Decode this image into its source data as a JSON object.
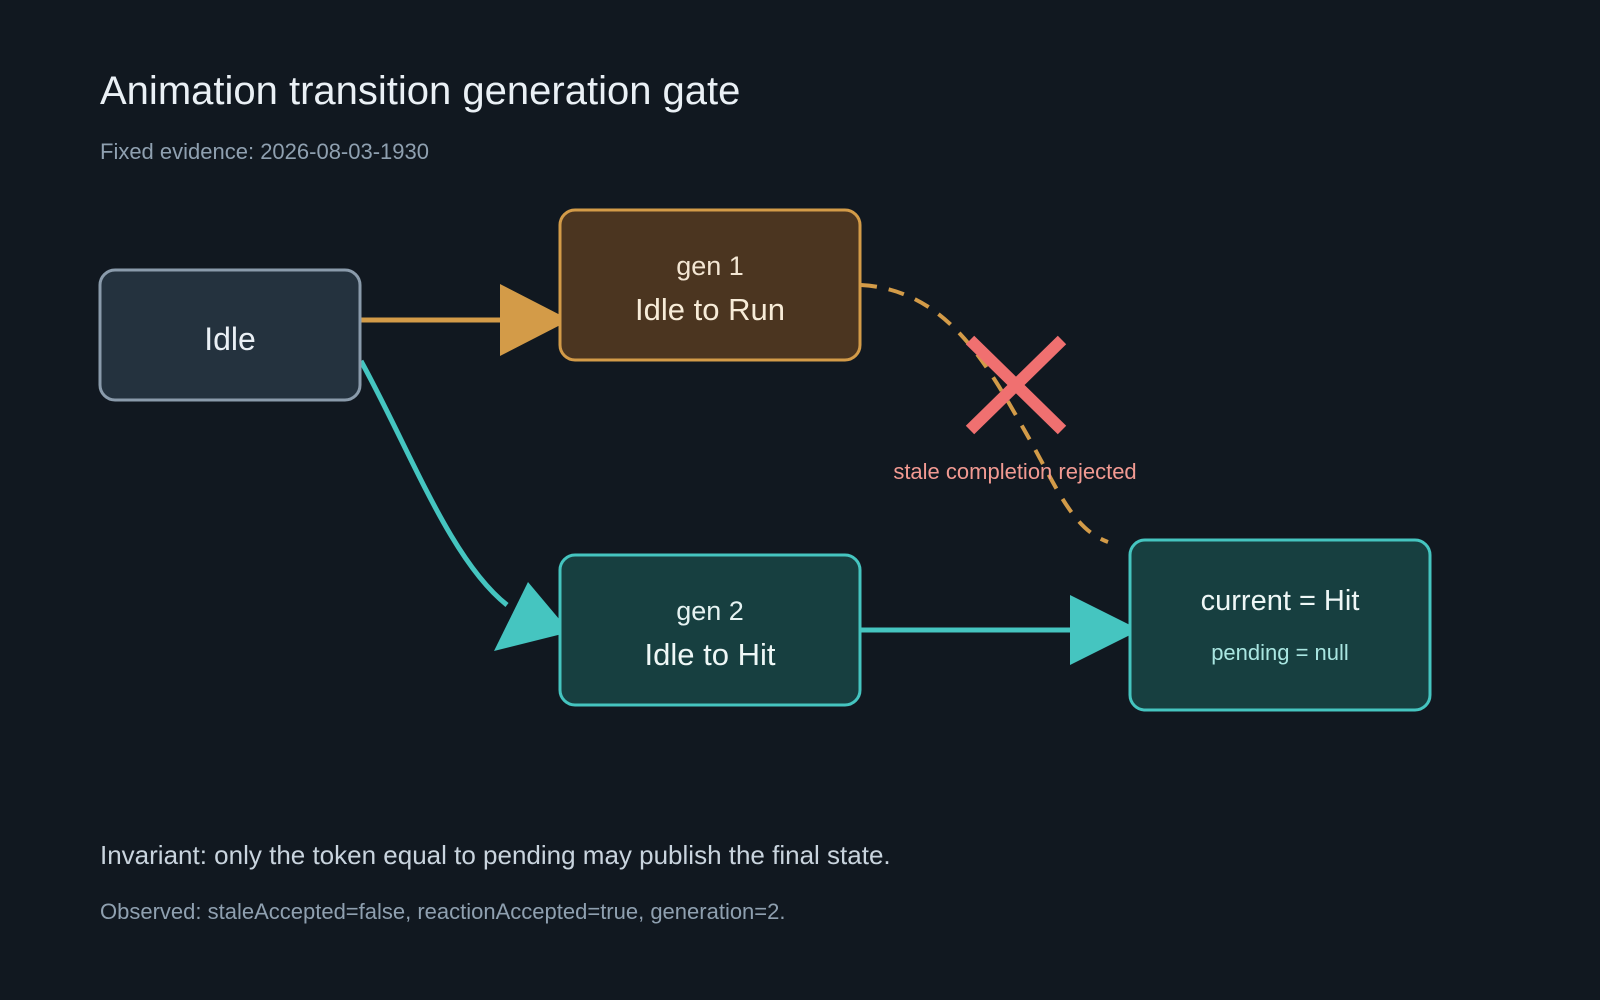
{
  "title": "Animation transition generation gate",
  "subtitle": "Fixed evidence: 2026-08-03-1930",
  "nodes": {
    "idle": {
      "label": "Idle"
    },
    "gen1": {
      "gen": "gen 1",
      "label": "Idle to Run"
    },
    "gen2": {
      "gen": "gen 2",
      "label": "Idle to Hit"
    },
    "current": {
      "label": "current = Hit",
      "sublabel": "pending = null"
    }
  },
  "rejection_label": "stale completion rejected",
  "footer": {
    "invariant": "Invariant: only the token equal to pending may publish the final state.",
    "observed": "Observed: staleAccepted=false, reactionAccepted=true, generation=2."
  },
  "colors": {
    "background": "#111820",
    "idle_stroke": "#8a9bab",
    "gen1_stroke": "#d39b48",
    "gen1_fill": "#4b3520",
    "teal_stroke": "#45c5c0",
    "teal_fill": "#173f40",
    "reject": "#f07070",
    "reject_text": "#f29a92"
  }
}
